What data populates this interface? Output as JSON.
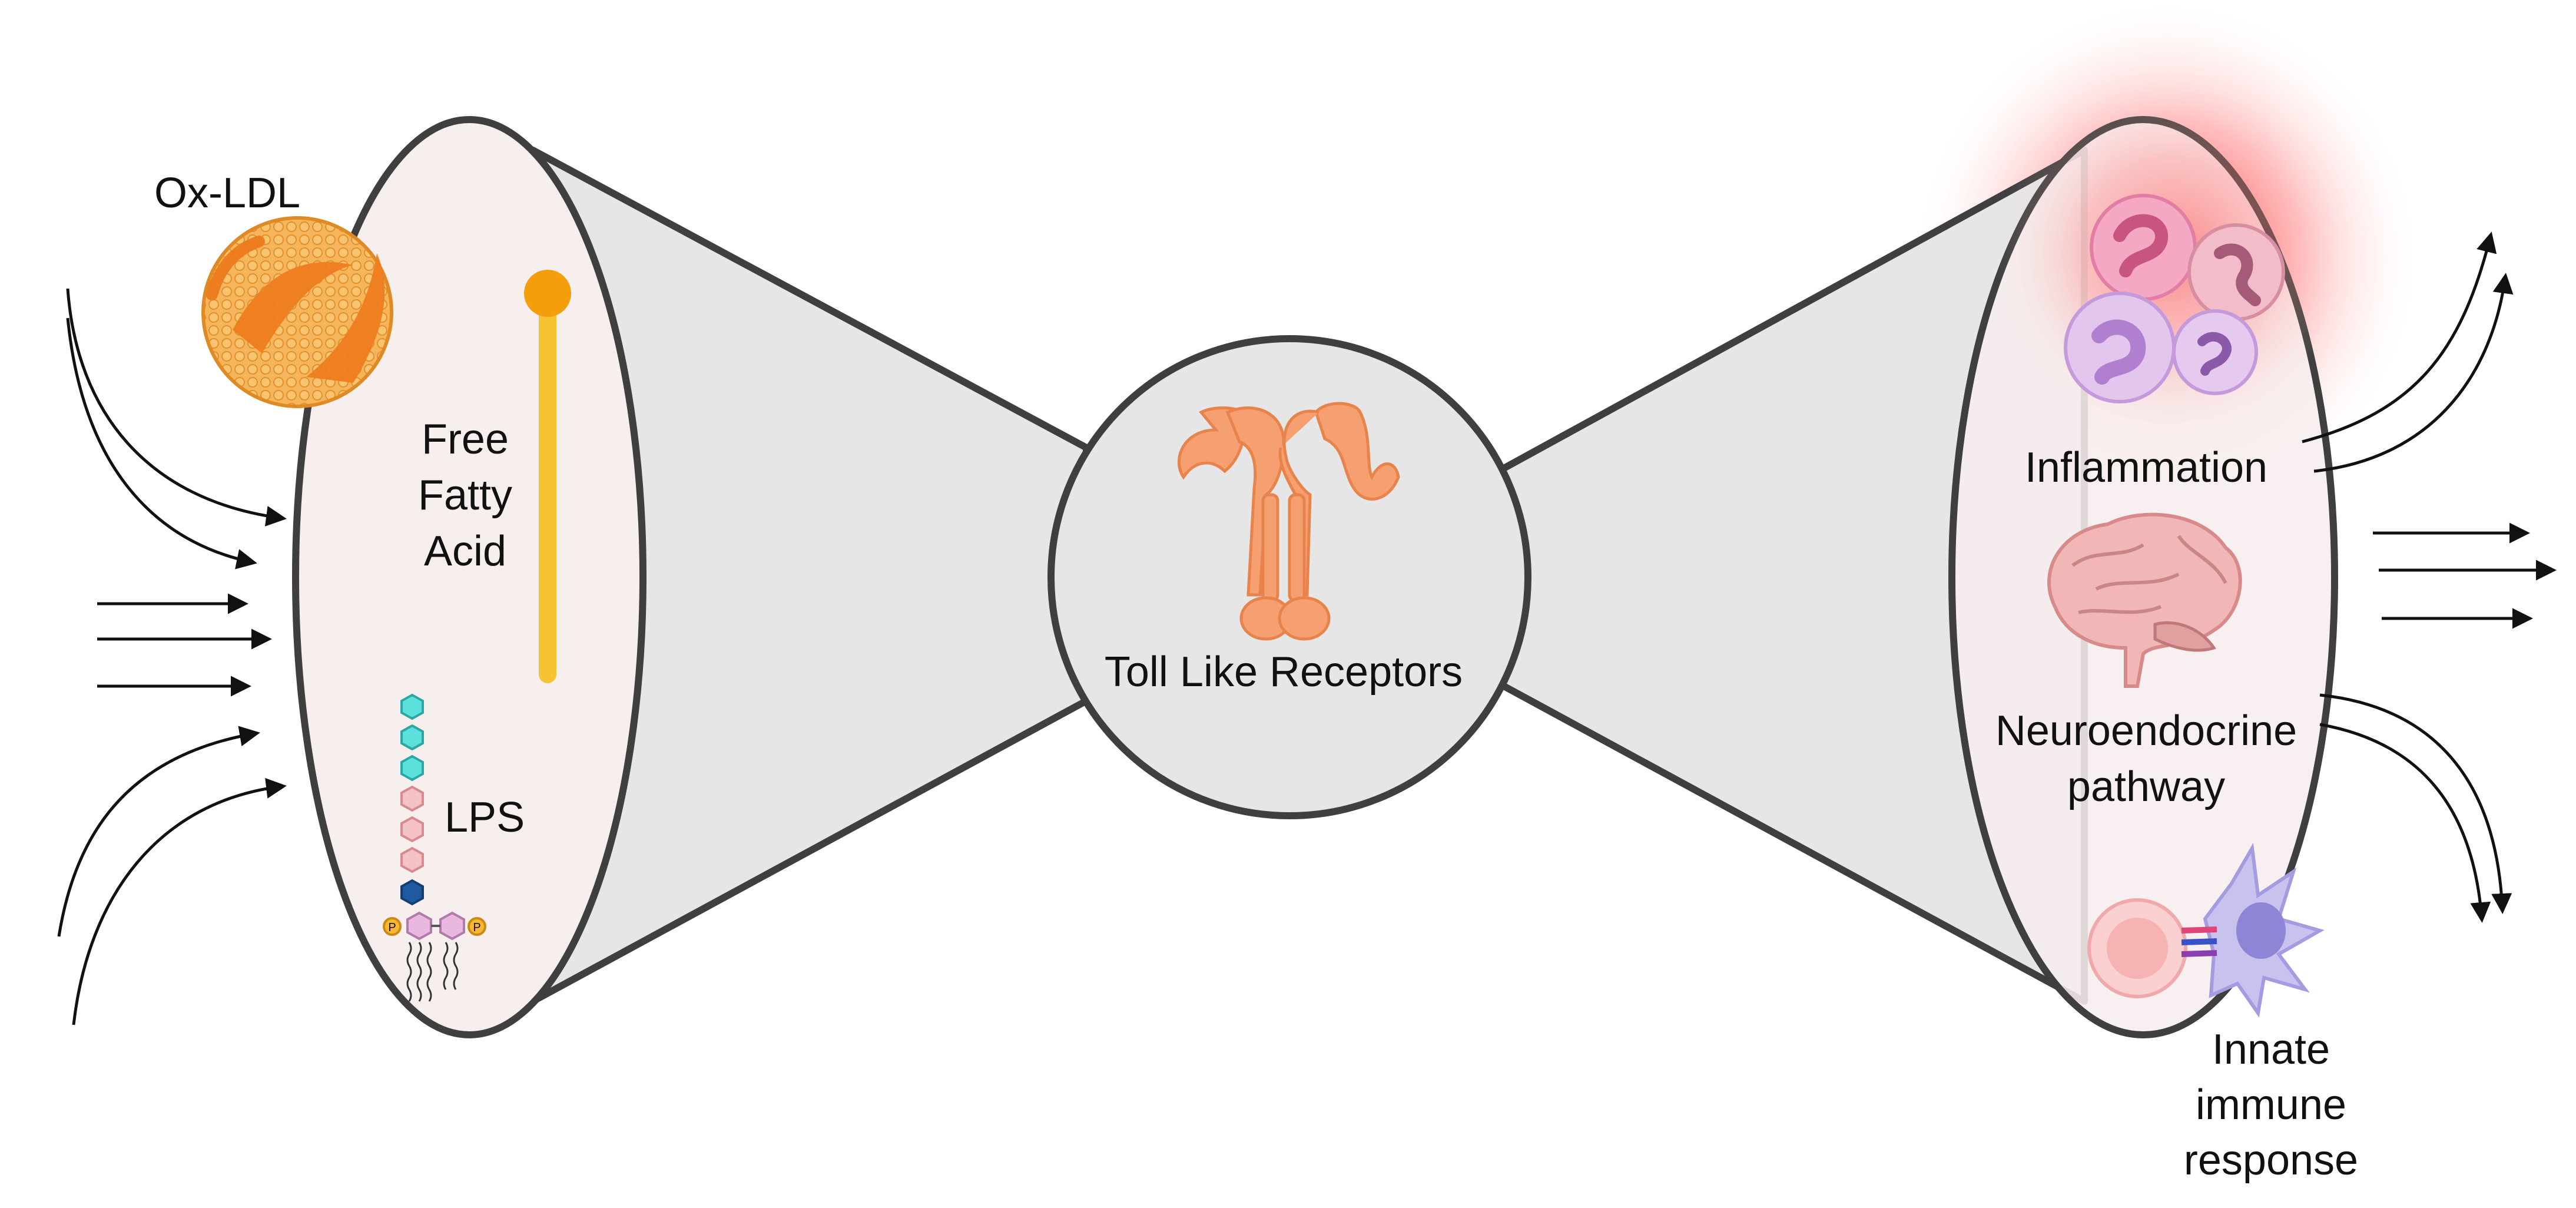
{
  "inputs": {
    "ox_ldl": "Ox-LDL",
    "ffa_line1": "Free",
    "ffa_line2": "Fatty",
    "ffa_line3": "Acid",
    "lps": "LPS",
    "phosphate": "P"
  },
  "center": {
    "label": "Toll Like Receptors"
  },
  "outputs": {
    "inflammation": "Inflammation",
    "neuro_line1": "Neuroendocrine",
    "neuro_line2": "pathway",
    "innate_line1": "Innate",
    "innate_line2": "immune",
    "innate_line3": "response"
  },
  "colors": {
    "cone_fill": "#e6e6e6",
    "ellipse_fill": "#f7eeee",
    "outline": "#3f3f3f",
    "receptor": "#f6a071",
    "ldl": "#f29f3a",
    "fatty_acid": "#f7c335",
    "fatty_acid_head": "#f59e0b",
    "sugar_teal": "#5ce0dc",
    "sugar_pink": "#f4c2c6",
    "sugar_blue": "#1f5a9e",
    "inflammation_glow": "#ff5a5a"
  },
  "icons": {
    "ldl": "ox-ldl-particle-icon",
    "fatty_acid": "fatty-acid-icon",
    "lps": "lps-molecule-icon",
    "receptor": "toll-like-receptor-icon",
    "immune_cells": "immune-cells-icon",
    "brain": "brain-icon",
    "dendritic": "dendritic-cell-icon"
  }
}
